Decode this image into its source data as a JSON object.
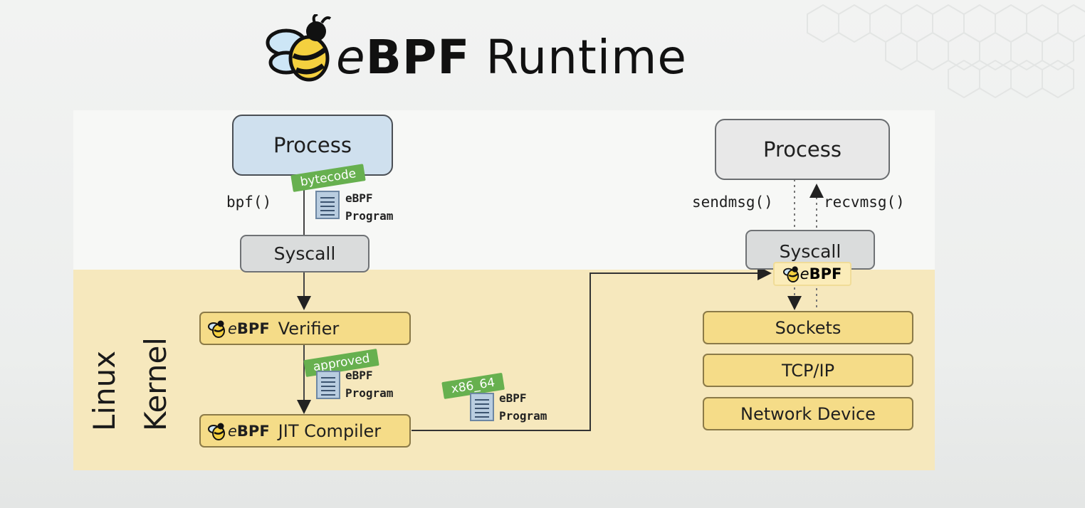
{
  "title": {
    "e": "e",
    "bpf": "BPF",
    "runtime": " Runtime"
  },
  "left": {
    "process": "Process",
    "bpf_call": "bpf()",
    "bytecode_tag": "bytecode",
    "prog1_line1": "eBPF",
    "prog1_line2": "Program",
    "syscall": "Syscall",
    "verifier": "Verifier",
    "approved_tag": "approved",
    "prog2_line1": "eBPF",
    "prog2_line2": "Program",
    "jit": "JIT Compiler",
    "x86_tag": "x86_64",
    "prog3_line1": "eBPF",
    "prog3_line2": "Program"
  },
  "right": {
    "process": "Process",
    "sendmsg": "sendmsg()",
    "recvmsg": "recvmsg()",
    "syscall": "Syscall",
    "sockets": "Sockets",
    "tcpip": "TCP/IP",
    "netdev": "Network Device"
  },
  "kernel_label": {
    "line1": "Linux",
    "line2": "Kernel"
  },
  "logo_text": {
    "e": "e",
    "bpf": "BPF"
  },
  "colors": {
    "kernel_bg": "#f6e8bd",
    "user_bg": "#f7f8f6",
    "tag_green": "#67b04f",
    "process_blue": "#cfe0ee",
    "kernel_box": "#f5dc88"
  },
  "icons": [
    "bee-logo-icon",
    "document-icon",
    "arrow-icon"
  ]
}
